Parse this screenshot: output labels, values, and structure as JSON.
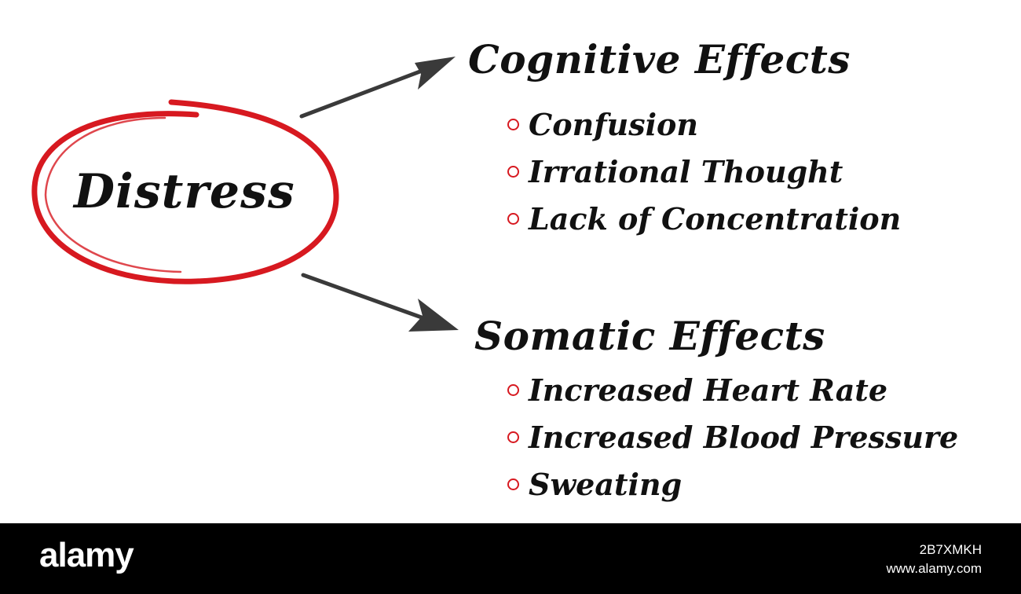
{
  "diagram": {
    "center": {
      "label": "Distress",
      "ring_color": "#d71920"
    },
    "arrow_color": "#3a3a3a",
    "bullet_color": "#d71920",
    "branches": [
      {
        "heading": "Cognitive Effects",
        "items": [
          "Confusion",
          "Irrational Thought",
          "Lack of Concentration"
        ]
      },
      {
        "heading": "Somatic Effects",
        "items": [
          "Increased Heart Rate",
          "Increased Blood Pressure",
          "Sweating"
        ]
      }
    ]
  },
  "watermark": {
    "logo": "alamy",
    "image_id": "2B7XMKH",
    "site": "www.alamy.com"
  }
}
